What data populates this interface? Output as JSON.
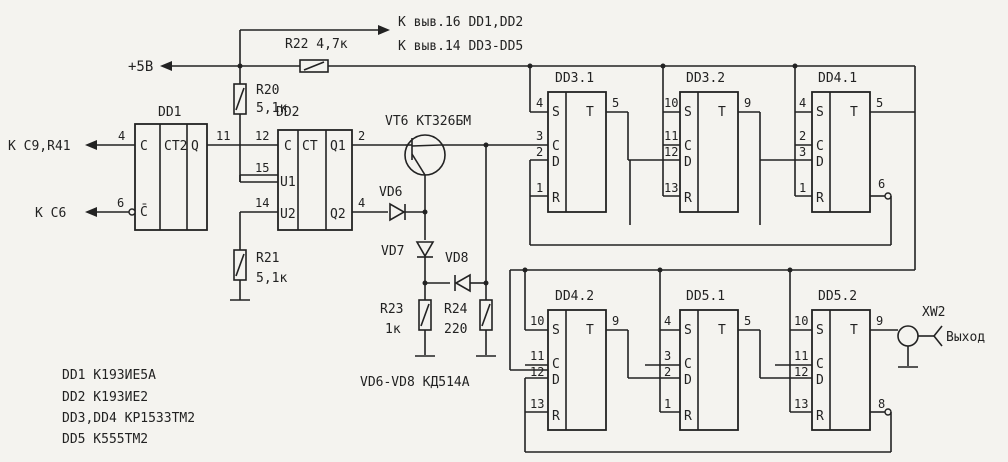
{
  "top_labels": {
    "plus5": "+5В",
    "to16": "К выв.16 DD1,DD2",
    "to14": "К выв.14 DD3-DD5"
  },
  "resistors": {
    "r22": "R22 4,7к",
    "r20": "R20",
    "r20v": "5,1к",
    "r21": "R21",
    "r21v": "5,1к",
    "r23": "R23",
    "r23v": "1к",
    "r24": "R24",
    "r24v": "220"
  },
  "transistor": "VT6 КТ326БМ",
  "diodes": {
    "vd6": "VD6",
    "vd7": "VD7",
    "vd8": "VD8",
    "note": "VD6-VD8  КД514А"
  },
  "external": {
    "c9r41": "К С9,R41",
    "c6": "К С6",
    "xw2": "XW2",
    "out": "Выход"
  },
  "chips": {
    "dd1": {
      "name": "DD1",
      "func": "CT2",
      "c": "C",
      "q": "Q",
      "cbar": "C̄"
    },
    "dd2": {
      "name": "DD2",
      "func": "CT",
      "c": "C",
      "u1": "U1",
      "u2": "U2",
      "q1": "Q1",
      "q2": "Q2"
    },
    "dd31": "DD3.1",
    "dd32": "DD3.2",
    "dd41": "DD4.1",
    "dd42": "DD4.2",
    "dd51": "DD5.1",
    "dd52": "DD5.2"
  },
  "ff": {
    "s": "S",
    "t": "T",
    "c": "C",
    "d": "D",
    "r": "R"
  },
  "pins": {
    "p4": "4",
    "p6": "6",
    "p11": "11",
    "p12": "12",
    "p15": "15",
    "p14": "14",
    "p2": "2",
    "p5": "5",
    "p3": "3",
    "p1": "1",
    "p10": "10",
    "p9": "9",
    "p13": "13",
    "p8": "8"
  },
  "legend": [
    "DD1  К193ИЕ5А",
    "DD2  К193ИЕ2",
    "DD3,DD4 КР1533ТМ2",
    "DD5  К555ТМ2"
  ]
}
